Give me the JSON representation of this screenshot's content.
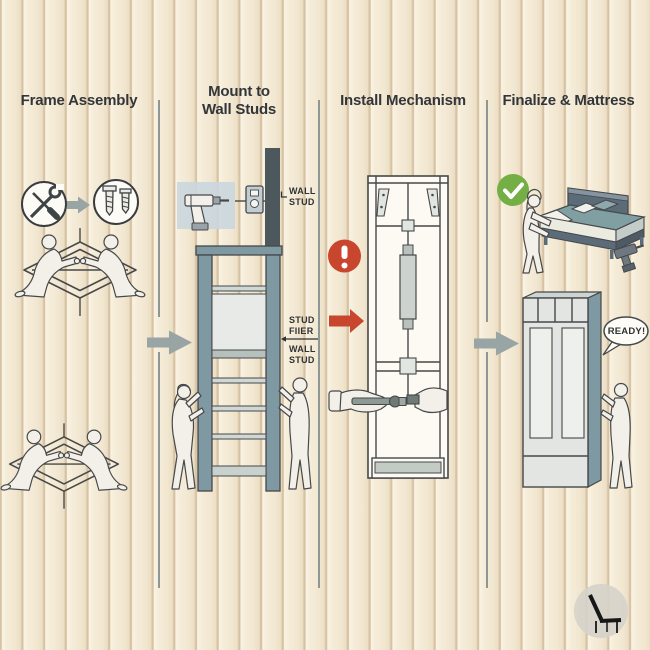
{
  "steps": [
    {
      "title": "Frame Assembly"
    },
    {
      "title": "Mount to\nWall Studs"
    },
    {
      "title": "Install Mechanism"
    },
    {
      "title": "Finalize & Mattress"
    }
  ],
  "labels": {
    "wall_stud_top": "WALL\nSTUD",
    "stud_finder": "STUD\nFIIER",
    "wall_stud_bottom": "WALL\nSTUD",
    "ready_bubble": "READY!"
  },
  "icons": {
    "tools": "crossed-wrench-screwdriver-icon",
    "screws": "screws-icon",
    "drill": "power-drill-icon",
    "stud_finder_device": "stud-finder-icon",
    "warning": "red-alert-icon",
    "success": "green-check-icon",
    "flow_arrows": "right-arrow-icon",
    "logo": "lounge-chair-logo-icon"
  },
  "colors": {
    "text-dark": "#333639",
    "outline": "#46484a",
    "paper": "#f2f0e9",
    "divider": "#8d9796",
    "arrow-gray": "#99a4a4",
    "accent-red": "#c8452e",
    "accent-green": "#74ae45",
    "frame-teal": "#7e99a1",
    "panel-light": "#e7eae6",
    "slate": "#5c6b78",
    "stud-dark": "#4d585c",
    "drillbox": "#cbd7dd"
  }
}
